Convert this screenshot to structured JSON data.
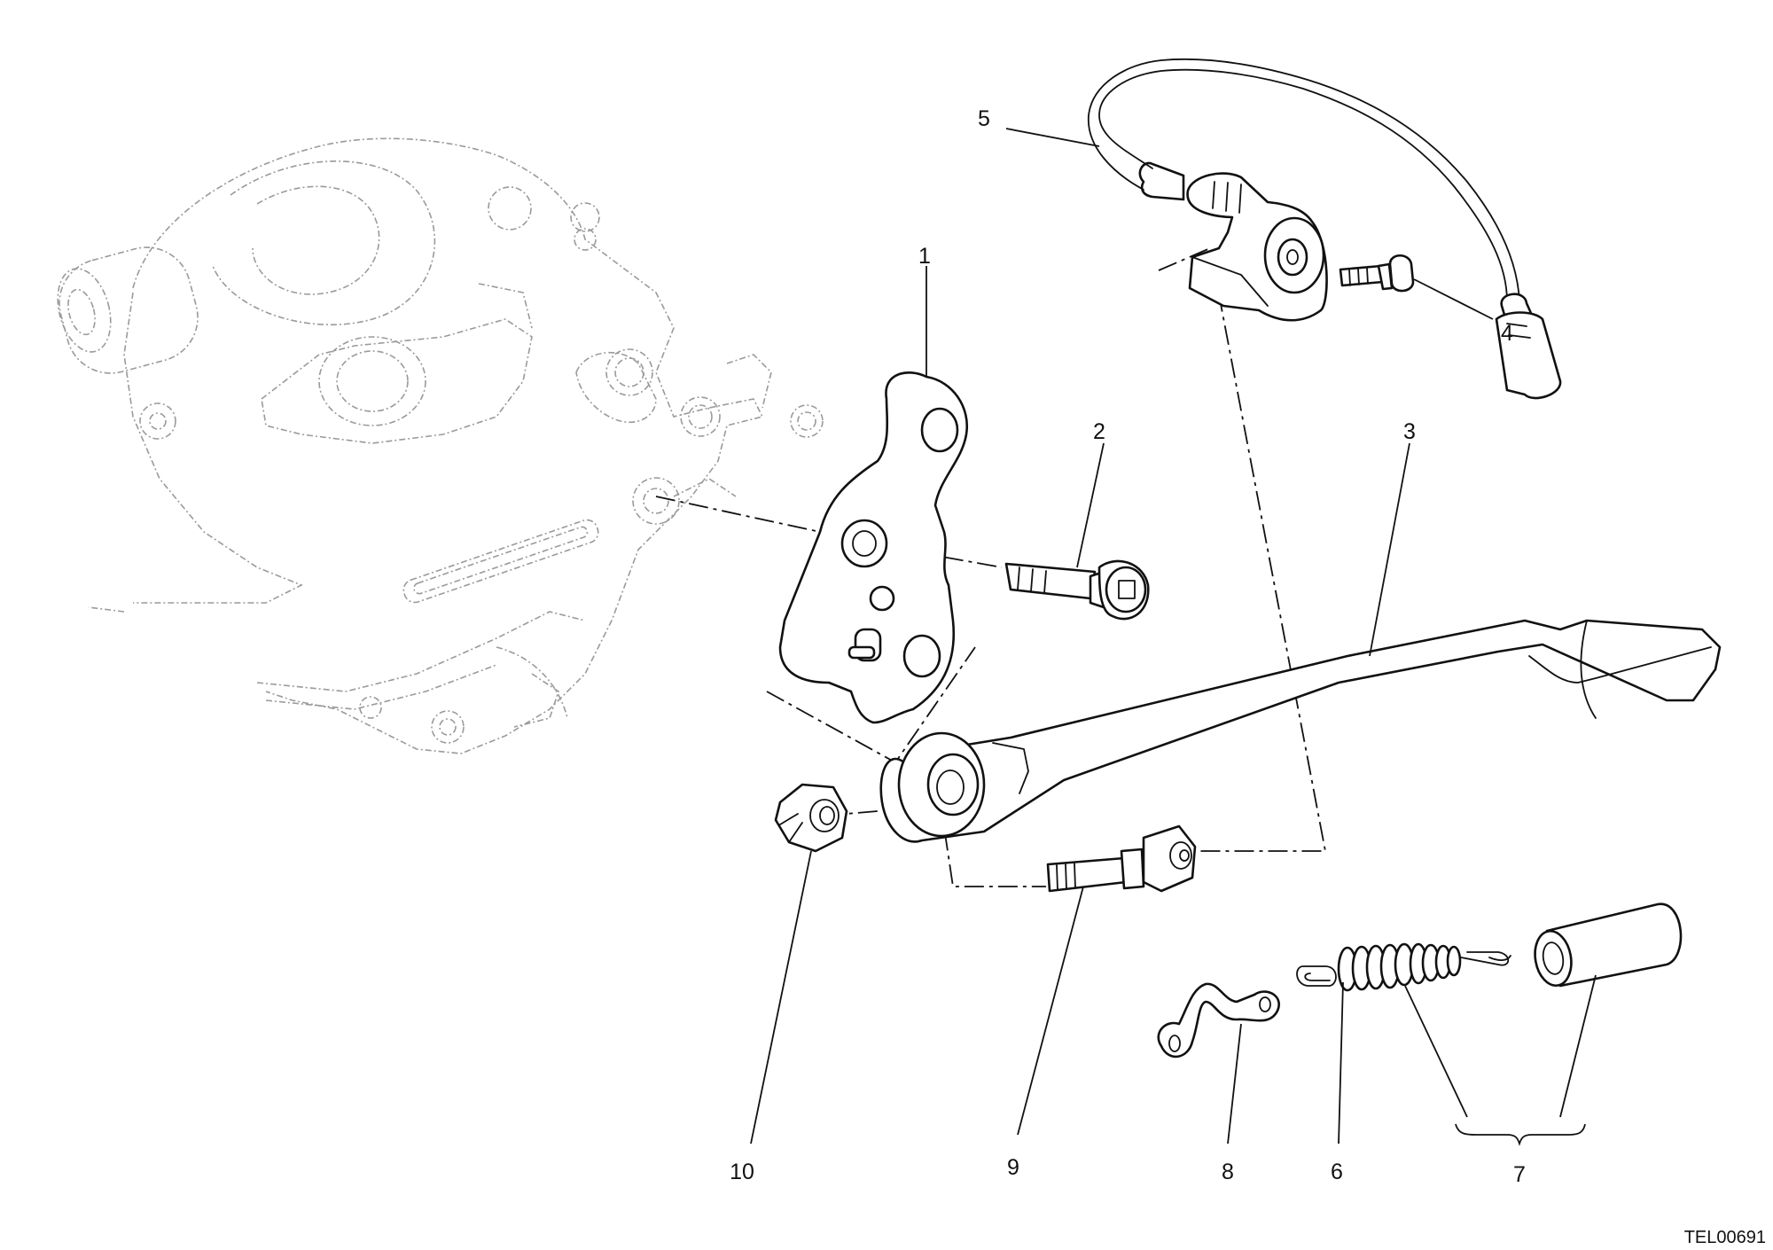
{
  "callouts": {
    "c1": "1",
    "c2": "2",
    "c3": "3",
    "c4": "4",
    "c5": "5",
    "c6": "6",
    "c7": "7",
    "c8": "8",
    "c9": "9",
    "c10": "10"
  },
  "drawing_ref": "TEL00691"
}
